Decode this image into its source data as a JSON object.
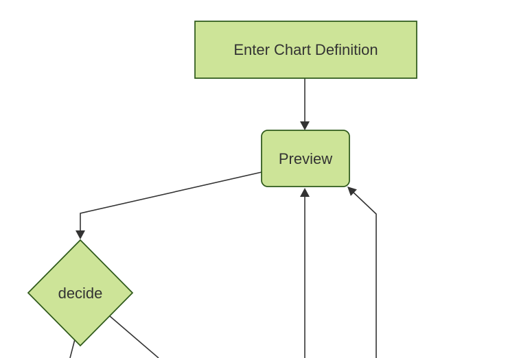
{
  "diagram": {
    "type": "flowchart",
    "direction": "top-down",
    "theme": "forest",
    "colors": {
      "background": "#ffffff",
      "node_fill": "#cde498",
      "node_border": "#2f5a1b",
      "edge_color": "#333333",
      "text_color": "#333333"
    },
    "nodes": [
      {
        "id": "A",
        "label": "Enter Chart Definition",
        "shape": "rectangle"
      },
      {
        "id": "B",
        "label": "Preview",
        "shape": "rounded-rectangle"
      },
      {
        "id": "C",
        "label": "decide",
        "shape": "diamond"
      }
    ],
    "edges": [
      {
        "from": "A",
        "to": "B",
        "arrow": true,
        "label": ""
      },
      {
        "from": "B",
        "to": "C",
        "arrow": true,
        "label": ""
      },
      {
        "from": "offscreen-bottom-center",
        "to": "B",
        "arrow": true,
        "label": ""
      },
      {
        "from": "offscreen-bottom-right",
        "to": "B",
        "arrow": true,
        "label": ""
      },
      {
        "from": "C",
        "to": "offscreen-bottom-left",
        "arrow": false,
        "label": ""
      },
      {
        "from": "C",
        "to": "offscreen-bottom-center",
        "arrow": false,
        "label": ""
      }
    ]
  }
}
